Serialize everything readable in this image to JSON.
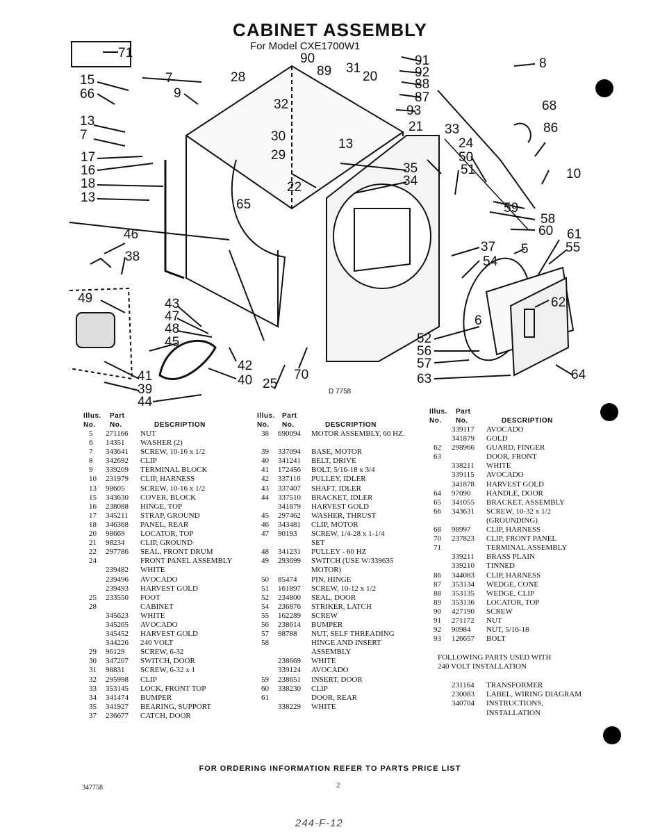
{
  "header": {
    "title": "CABINET ASSEMBLY",
    "subtitle": "For Model CXE1700W1"
  },
  "diagram": {
    "callouts": [
      "71",
      "15",
      "66",
      "7",
      "9",
      "28",
      "90",
      "89",
      "31",
      "20",
      "91",
      "92",
      "88",
      "87",
      "8",
      "32",
      "93",
      "68",
      "86",
      "13",
      "7",
      "30",
      "21",
      "33",
      "29",
      "13",
      "24",
      "50",
      "17",
      "16",
      "18",
      "13",
      "22",
      "35",
      "34",
      "51",
      "10",
      "65",
      "59",
      "58",
      "60",
      "46",
      "38",
      "61",
      "55",
      "37",
      "5",
      "54",
      "49",
      "43",
      "47",
      "62",
      "6",
      "48",
      "45",
      "52",
      "56",
      "57",
      "63",
      "64",
      "42",
      "41",
      "39",
      "44",
      "40",
      "25",
      "70"
    ],
    "drawing_code": "D 7758"
  },
  "columns": [
    {
      "header": {
        "illus": "Illus.",
        "part": "Part",
        "no1": "No.",
        "no2": "No.",
        "desc": "DESCRIPTION"
      },
      "rows": [
        {
          "illus": "5",
          "part": "271166",
          "desc": "NUT"
        },
        {
          "illus": "6",
          "part": "14351",
          "desc": "WASHER (2)"
        },
        {
          "illus": "7",
          "part": "343641",
          "desc": "SCREW, 10-16 x 1/2"
        },
        {
          "illus": "8",
          "part": "342692",
          "desc": "CLIP"
        },
        {
          "illus": "9",
          "part": "339209",
          "desc": "TERMINAL BLOCK"
        },
        {
          "illus": "10",
          "part": "231979",
          "desc": "CLIP, HARNESS"
        },
        {
          "illus": "13",
          "part": "98605",
          "desc": "SCREW, 10-16 x 1/2"
        },
        {
          "illus": "15",
          "part": "343630",
          "desc": "COVER, BLOCK"
        },
        {
          "illus": "16",
          "part": "238088",
          "desc": "HINGE, TOP"
        },
        {
          "illus": "17",
          "part": "345211",
          "desc": "STRAP, GROUND"
        },
        {
          "illus": "18",
          "part": "346368",
          "desc": "PANEL, REAR"
        },
        {
          "illus": "20",
          "part": "98669",
          "desc": "LOCATOR, TOP"
        },
        {
          "illus": "21",
          "part": "98234",
          "desc": "CLIP, GROUND"
        },
        {
          "illus": "22",
          "part": "297786",
          "desc": "SEAL, FRONT DRUM"
        },
        {
          "illus": "24",
          "part": "",
          "desc": "FRONT PANEL ASSEMBLY"
        },
        {
          "illus": "",
          "part": "239482",
          "desc": "WHITE"
        },
        {
          "illus": "",
          "part": "239496",
          "desc": "AVOCADO"
        },
        {
          "illus": "",
          "part": "239493",
          "desc": "HARVEST GOLD"
        },
        {
          "illus": "25",
          "part": "233550",
          "desc": "FOOT"
        },
        {
          "illus": "28",
          "part": "",
          "desc": "CABINET"
        },
        {
          "illus": "",
          "part": "345623",
          "desc": "WHITE"
        },
        {
          "illus": "",
          "part": "345265",
          "desc": "AVOCADO"
        },
        {
          "illus": "",
          "part": "345452",
          "desc": "HARVEST GOLD"
        },
        {
          "illus": "",
          "part": "344226",
          "desc": "240 VOLT"
        },
        {
          "illus": "29",
          "part": "96129",
          "desc": "SCREW, 6-32"
        },
        {
          "illus": "30",
          "part": "347207",
          "desc": "SWITCH, DOOR"
        },
        {
          "illus": "31",
          "part": "98831",
          "desc": "SCREW, 6-32 x 1"
        },
        {
          "illus": "32",
          "part": "295998",
          "desc": "CLIP"
        },
        {
          "illus": "33",
          "part": "353145",
          "desc": "LOCK, FRONT TOP"
        },
        {
          "illus": "34",
          "part": "341474",
          "desc": "BUMPER"
        },
        {
          "illus": "35",
          "part": "341927",
          "desc": "BEARING, SUPPORT"
        },
        {
          "illus": "37",
          "part": "236677",
          "desc": "CATCH, DOOR"
        }
      ]
    },
    {
      "header": {
        "illus": "Illus.",
        "part": "Part",
        "no1": "No.",
        "no2": "No.",
        "desc": "DESCRIPTION"
      },
      "rows": [
        {
          "illus": "38",
          "part": "690094",
          "desc": "MOTOR ASSEMBLY, 60 HZ."
        },
        {
          "illus": "",
          "part": "",
          "desc": ""
        },
        {
          "illus": "39",
          "part": "337094",
          "desc": "BASE, MOTOR"
        },
        {
          "illus": "40",
          "part": "341241",
          "desc": "BELT, DRIVE"
        },
        {
          "illus": "41",
          "part": "172456",
          "desc": "BOLT, 5/16-18 x 3/4"
        },
        {
          "illus": "42",
          "part": "337116",
          "desc": "PULLEY, IDLER"
        },
        {
          "illus": "43",
          "part": "337407",
          "desc": "SHAFT, IDLER"
        },
        {
          "illus": "44",
          "part": "337510",
          "desc": "BRACKET, IDLER"
        },
        {
          "illus": "",
          "part": "341879",
          "desc": "HARVEST GOLD"
        },
        {
          "illus": "45",
          "part": "297462",
          "desc": "WASHER, THRUST"
        },
        {
          "illus": "46",
          "part": "343481",
          "desc": "CLIP, MOTOR"
        },
        {
          "illus": "47",
          "part": "90193",
          "desc": "SCREW, 1/4-28 x 1-1/4"
        },
        {
          "illus": "",
          "part": "",
          "desc": "SET"
        },
        {
          "illus": "48",
          "part": "341231",
          "desc": "PULLEY - 60 HZ"
        },
        {
          "illus": "49",
          "part": "293699",
          "desc": "SWITCH (USE W/339635"
        },
        {
          "illus": "",
          "part": "",
          "desc": "MOTOR)"
        },
        {
          "illus": "50",
          "part": "85474",
          "desc": "PIN, HINGE"
        },
        {
          "illus": "51",
          "part": "161897",
          "desc": "SCREW, 10-12 x 1/2"
        },
        {
          "illus": "52",
          "part": "234800",
          "desc": "SEAL, DOOR"
        },
        {
          "illus": "54",
          "part": "236876",
          "desc": "STRIKER, LATCH"
        },
        {
          "illus": "55",
          "part": "162289",
          "desc": "SCREW"
        },
        {
          "illus": "56",
          "part": "238614",
          "desc": "BUMPER"
        },
        {
          "illus": "57",
          "part": "98788",
          "desc": "NUT, SELF THREADING"
        },
        {
          "illus": "58",
          "part": "",
          "desc": "HINGE AND INSERT"
        },
        {
          "illus": "",
          "part": "",
          "desc": "ASSEMBLY"
        },
        {
          "illus": "",
          "part": "238669",
          "desc": "WHITE"
        },
        {
          "illus": "",
          "part": "339124",
          "desc": "AVOCADO"
        },
        {
          "illus": "59",
          "part": "238651",
          "desc": "INSERT, DOOR"
        },
        {
          "illus": "60",
          "part": "338230",
          "desc": "CLIP"
        },
        {
          "illus": "61",
          "part": "",
          "desc": "DOOR, REAR"
        },
        {
          "illus": "",
          "part": "338229",
          "desc": "WHITE"
        }
      ]
    },
    {
      "header": {
        "illus": "Illus.",
        "part": "Part",
        "no1": "No.",
        "no2": "No.",
        "desc": "DESCRIPTION"
      },
      "rows": [
        {
          "illus": "",
          "part": "339117",
          "desc": "AVOCADO"
        },
        {
          "illus": "",
          "part": "341879",
          "desc": "GOLD"
        },
        {
          "illus": "62",
          "part": "298966",
          "desc": "GUARD, FINGER"
        },
        {
          "illus": "63",
          "part": "",
          "desc": "DOOR, FRONT"
        },
        {
          "illus": "",
          "part": "338211",
          "desc": "WHITE"
        },
        {
          "illus": "",
          "part": "339115",
          "desc": "AVOCADO"
        },
        {
          "illus": "",
          "part": "341878",
          "desc": "HARVEST GOLD"
        },
        {
          "illus": "64",
          "part": "97090",
          "desc": "HANDLE, DOOR"
        },
        {
          "illus": "65",
          "part": "341055",
          "desc": "BRACKET, ASSEMBLY"
        },
        {
          "illus": "66",
          "part": "343631",
          "desc": "SCREW, 10-32 x 1/2"
        },
        {
          "illus": "",
          "part": "",
          "desc": "(GROUNDING)"
        },
        {
          "illus": "68",
          "part": "98997",
          "desc": "CLIP, HARNESS"
        },
        {
          "illus": "70",
          "part": "237823",
          "desc": "CLIP, FRONT PANEL"
        },
        {
          "illus": "71",
          "part": "",
          "desc": "TERMINAL ASSEMBLY"
        },
        {
          "illus": "",
          "part": "339211",
          "desc": "BRASS PLAIN"
        },
        {
          "illus": "",
          "part": "339210",
          "desc": "TINNED"
        },
        {
          "illus": "86",
          "part": "344083",
          "desc": "CLIP, HARNESS"
        },
        {
          "illus": "87",
          "part": "353134",
          "desc": "WEDGE, CONE"
        },
        {
          "illus": "88",
          "part": "353135",
          "desc": "WEDGE, CLIP"
        },
        {
          "illus": "89",
          "part": "353136",
          "desc": "LOCATOR, TOP"
        },
        {
          "illus": "90",
          "part": "427190",
          "desc": "SCREW"
        },
        {
          "illus": "91",
          "part": "271172",
          "desc": "NUT"
        },
        {
          "illus": "92",
          "part": "90984",
          "desc": "NUT, 5/16-18"
        },
        {
          "illus": "93",
          "part": "126657",
          "desc": "BOLT"
        }
      ],
      "note_lines": [
        "FOLLOWING PARTS USED WITH",
        "240 VOLT INSTALLATION"
      ],
      "extra_rows": [
        {
          "part": "231164",
          "desc": "TRANSFORMER"
        },
        {
          "part": "230083",
          "desc": "LABEL, WIRING DIAGRAM"
        },
        {
          "part": "340704",
          "desc": "INSTRUCTIONS,"
        },
        {
          "part": "",
          "desc": "INSTALLATION"
        }
      ]
    }
  ],
  "footer": {
    "ordering": "FOR ORDERING INFORMATION REFER TO PARTS PRICE LIST",
    "page_number": "2",
    "doc_number": "347758",
    "handwritten": "244-F-12"
  }
}
